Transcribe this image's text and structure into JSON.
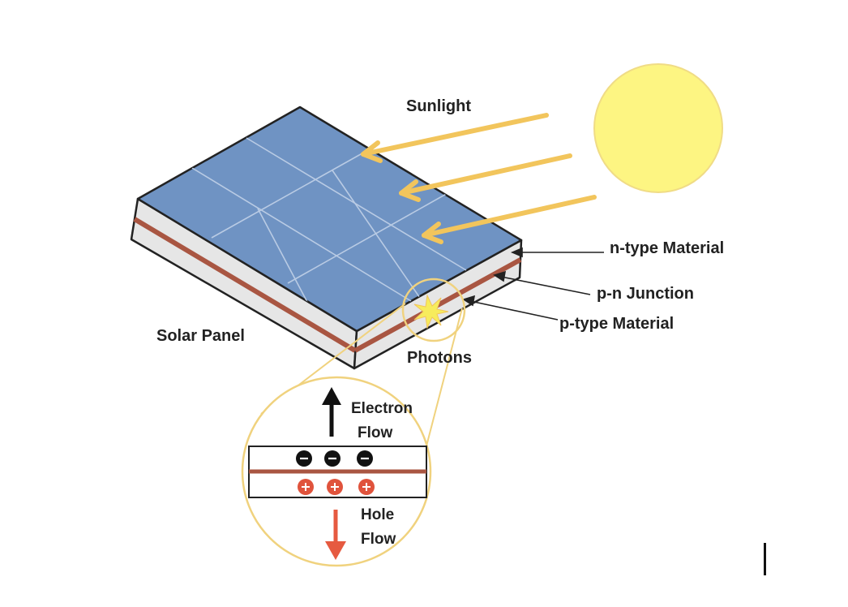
{
  "labels": {
    "sunlight": "Sunlight",
    "n_type": "n-type Material",
    "pn_junction": "p-n Junction",
    "p_type": "p-type Material",
    "solar_panel": "Solar Panel",
    "photons": "Photons",
    "electron_flow_1": "Electron",
    "electron_flow_2": "Flow",
    "hole_flow_1": "Hole",
    "hole_flow_2": "Flow"
  },
  "icons": {
    "sun": "sun-icon",
    "photon_burst": "photon-burst-icon",
    "electron": "electron-icon",
    "hole": "hole-icon"
  },
  "colors": {
    "panel_top": "#6f93c3",
    "panel_side": "#e6e6e6",
    "junction_stripe": "#a95642",
    "sun": "#fdf582",
    "sun_outline": "#f0dc86",
    "sunlight_arrow": "#f2c55c",
    "callout_circle": "#f0d27e",
    "photon_burst": "#f7ec5c",
    "electron": "#111111",
    "hole": "#e0533c",
    "hole_arrow": "#e65a40"
  }
}
